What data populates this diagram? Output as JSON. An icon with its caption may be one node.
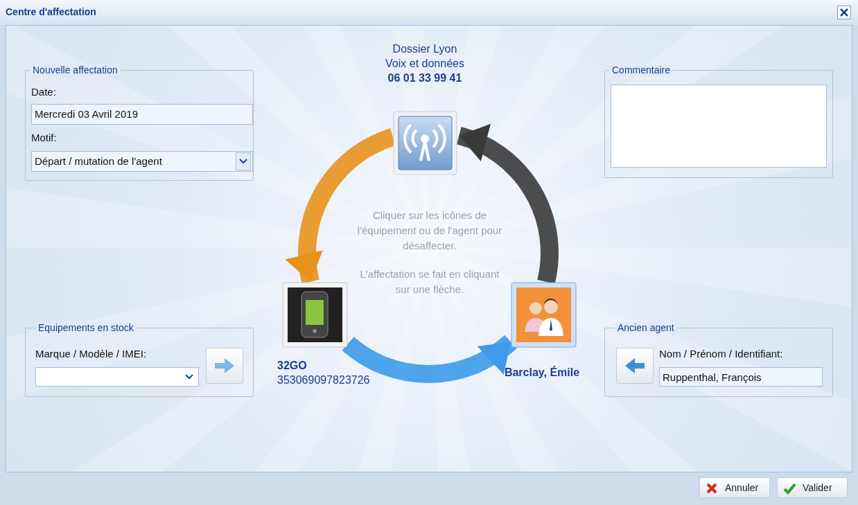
{
  "diagram": {
    "title": "Centre d'affectation",
    "nodes": [
      {
        "text": [
          "Nouvelle affectation",
          "Date:",
          "Motif:"
        ]
      },
      {
        "text": [
          "Mercredi 03 Avril 2019"
        ],
        "in": 0
      },
      {
        "text": [
          "Départ / mutation de l'agent"
        ],
        "in": 0
      },
      {
        "text": [
          "Dossier Lyon",
          "Voix et données",
          "06 01 33 99 41"
        ]
      },
      {
        "text": [
          "Commentaire"
        ]
      },
      {
        "text": [
          "Equipements en stock",
          "Marque / Modèle / IMEI:"
        ]
      },
      {
        "text": [
          "32GO",
          "353069097823726"
        ]
      },
      {
        "text": [
          "Barclay, Émile"
        ]
      },
      {
        "text": [
          "Ancien agent",
          "Nom / Prénom / Identifiant:"
        ]
      },
      {
        "text": [
          "Ruppenthal, François"
        ],
        "in": 8
      }
    ],
    "edges": [
      {
        "from": 3,
        "to": 6,
        "arrow": "to",
        "color": "#e8921c"
      },
      {
        "from": 6,
        "to": 7,
        "arrow": "to",
        "color": "#3d9be9"
      },
      {
        "from": 7,
        "to": 3,
        "arrow": "to",
        "color": "#3a3a3a"
      }
    ],
    "labels": [
      "Cliquer sur les icônes de l'équipement ou de l'agent pour désaffecter.",
      "L'affectation se fait en cliquant sur une flèche.",
      "Annuler",
      "Valider"
    ]
  }
}
